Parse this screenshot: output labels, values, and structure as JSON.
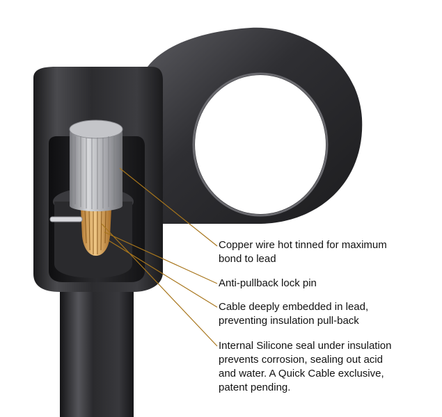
{
  "colors": {
    "leader": "#a8761c",
    "terminal_body": "#2e2e31",
    "copper": "#d3a05a",
    "silicone": "#2a9bd8",
    "background": "#ffffff"
  },
  "callouts": [
    {
      "lines": [
        "Copper wire hot tinned for maximum",
        "bond to lead"
      ]
    },
    {
      "lines": [
        "Anti-pullback lock pin"
      ]
    },
    {
      "lines": [
        "Cable deeply embedded in lead,",
        "preventing insulation pull-back"
      ]
    },
    {
      "lines": [
        "Internal Silicone seal under insulation",
        "prevents corrosion, sealing out acid",
        "and water.  A Quick Cable exclusive,",
        "patent pending."
      ]
    }
  ]
}
